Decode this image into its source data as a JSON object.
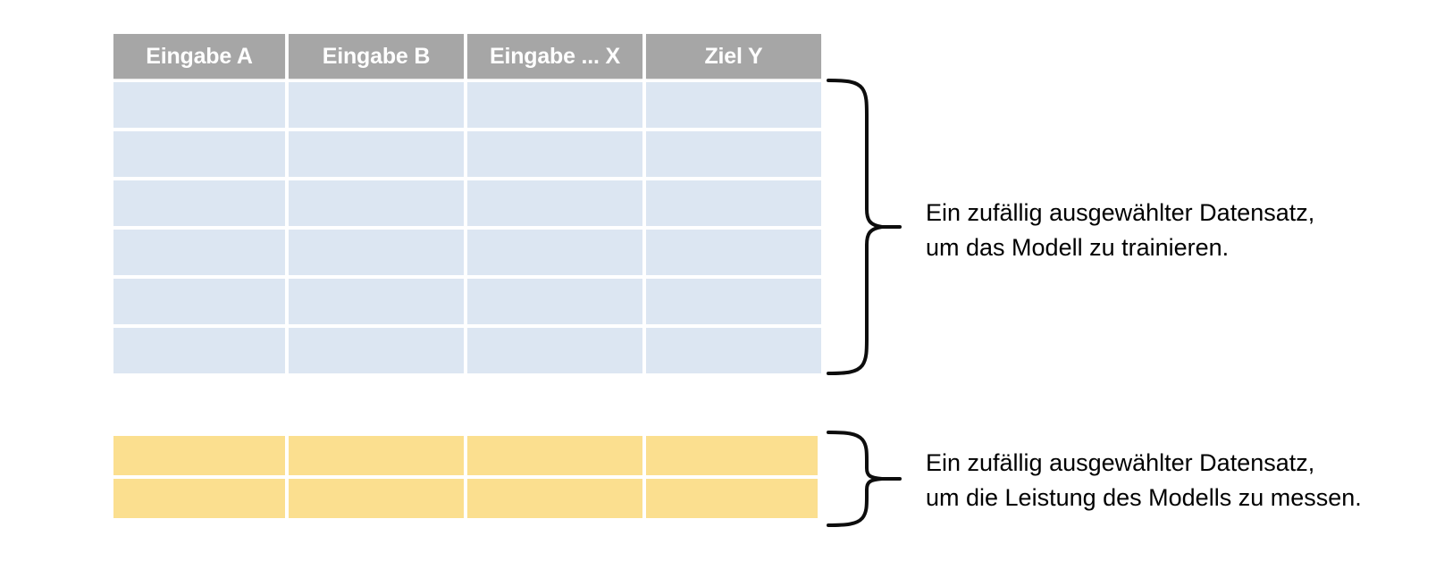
{
  "tables": {
    "train": {
      "name": "training-dataset-table",
      "columns": [
        "Eingabe A",
        "Eingabe B",
        "Eingabe ... X",
        "Ziel Y"
      ],
      "row_count": 6,
      "cell_color": "#dce6f2",
      "header_color": "#a6a6a6",
      "header_text_color": "#ffffff"
    },
    "test": {
      "name": "test-dataset-table",
      "row_count": 2,
      "column_count": 4,
      "cell_color": "#fbdf8f"
    }
  },
  "annotations": {
    "train": {
      "line1": "Ein zufällig ausgewählter Datensatz,",
      "line2": "um das Modell zu trainieren.",
      "text": "Ein zufällig ausgewählter Datensatz,\num das Modell zu trainieren."
    },
    "test": {
      "line1": "Ein zufällig ausgewählter Datensatz,",
      "line2": "um die Leistung des Modells zu messen.",
      "text": "Ein zufällig ausgewählter Datensatz,\num die Leistung des Modells zu messen."
    }
  },
  "braces": {
    "train": {
      "name": "curly-brace-train",
      "orientation": "right",
      "stroke": "#000000"
    },
    "test": {
      "name": "curly-brace-test",
      "orientation": "right",
      "stroke": "#000000"
    }
  },
  "colors": {
    "background": "#ffffff",
    "header_gray": "#a6a6a6",
    "train_blue": "#dce6f2",
    "test_yellow": "#fbdf8f",
    "text_black": "#000000"
  }
}
